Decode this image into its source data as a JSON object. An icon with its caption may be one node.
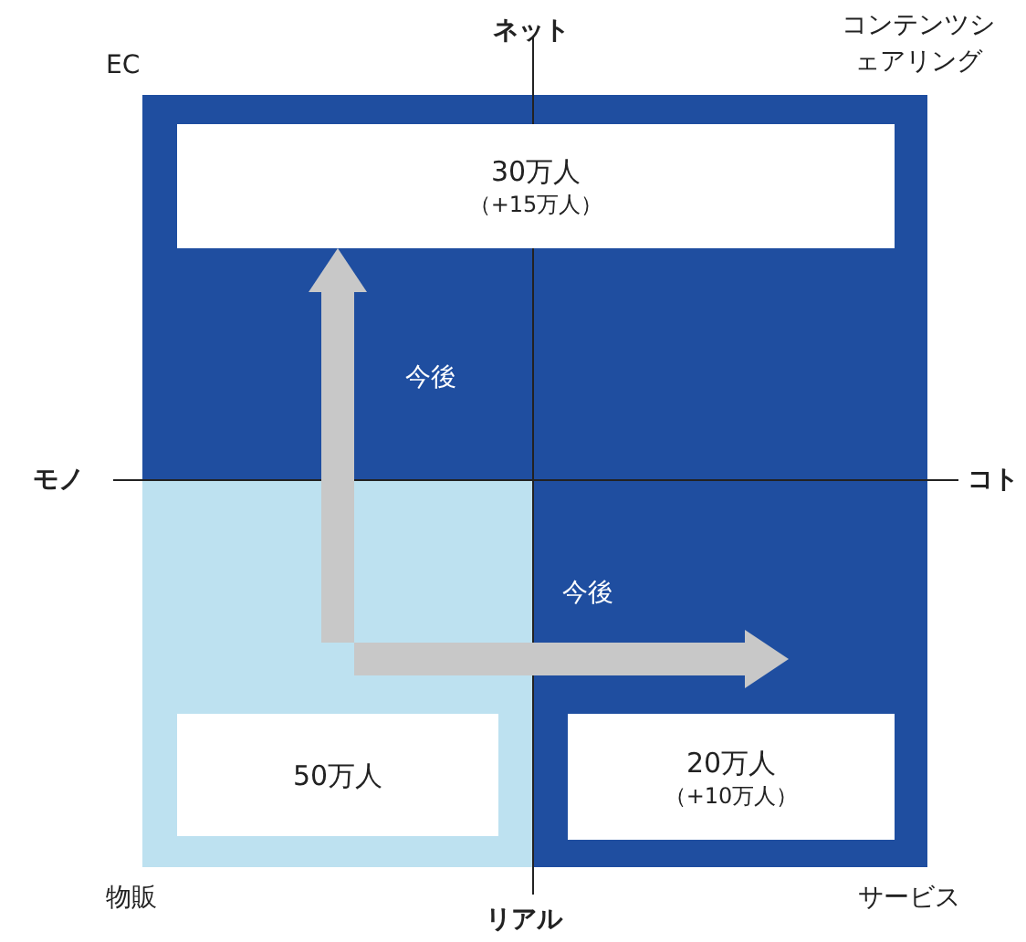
{
  "diagram": {
    "nodes": [
      {
        "text": [],
        "shape": "box"
      },
      {
        "text": [
          "30万人",
          "（+15万人）"
        ],
        "in": 0
      },
      {
        "text": [],
        "shape": "box"
      },
      {
        "text": [
          "50万人"
        ],
        "in": 2
      },
      {
        "text": [],
        "shape": "box"
      },
      {
        "text": [
          "20万人",
          "（+10万人）"
        ],
        "in": 4
      }
    ],
    "edges": [
      {
        "from": null,
        "to": 1,
        "arrow": "to",
        "label": "今後"
      },
      {
        "from": null,
        "to": 4,
        "arrow": "to",
        "label": "今後"
      }
    ],
    "labels": [
      "ネット",
      "コンテンツシェアリング",
      "EC",
      "モノ",
      "コト",
      "物販",
      "リアル",
      "サービス"
    ]
  }
}
